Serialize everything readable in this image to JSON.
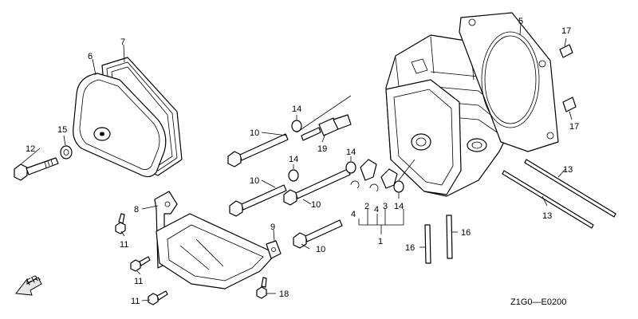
{
  "diagram_code": "Z1G0—E0200",
  "direction_label": "FR.",
  "callouts": [
    {
      "id": "c5",
      "text": "5"
    },
    {
      "id": "c6",
      "text": "6"
    },
    {
      "id": "c7",
      "text": "7"
    },
    {
      "id": "c8",
      "text": "8"
    },
    {
      "id": "c9",
      "text": "9"
    },
    {
      "id": "c10a",
      "text": "10"
    },
    {
      "id": "c10b",
      "text": "10"
    },
    {
      "id": "c10c",
      "text": "10"
    },
    {
      "id": "c10d",
      "text": "10"
    },
    {
      "id": "c11a",
      "text": "11"
    },
    {
      "id": "c11b",
      "text": "11"
    },
    {
      "id": "c11c",
      "text": "11"
    },
    {
      "id": "c12",
      "text": "12"
    },
    {
      "id": "c13a",
      "text": "13"
    },
    {
      "id": "c13b",
      "text": "13"
    },
    {
      "id": "c14a",
      "text": "14"
    },
    {
      "id": "c14b",
      "text": "14"
    },
    {
      "id": "c14c",
      "text": "14"
    },
    {
      "id": "c14d",
      "text": "14"
    },
    {
      "id": "c15",
      "text": "15"
    },
    {
      "id": "c16a",
      "text": "16"
    },
    {
      "id": "c16b",
      "text": "16"
    },
    {
      "id": "c17a",
      "text": "17"
    },
    {
      "id": "c17b",
      "text": "17"
    },
    {
      "id": "c18",
      "text": "18"
    },
    {
      "id": "c19",
      "text": "19"
    },
    {
      "id": "c1",
      "text": "1"
    },
    {
      "id": "c2",
      "text": "2"
    },
    {
      "id": "c3",
      "text": "3"
    },
    {
      "id": "c4a",
      "text": "4"
    },
    {
      "id": "c4b",
      "text": "4"
    }
  ]
}
